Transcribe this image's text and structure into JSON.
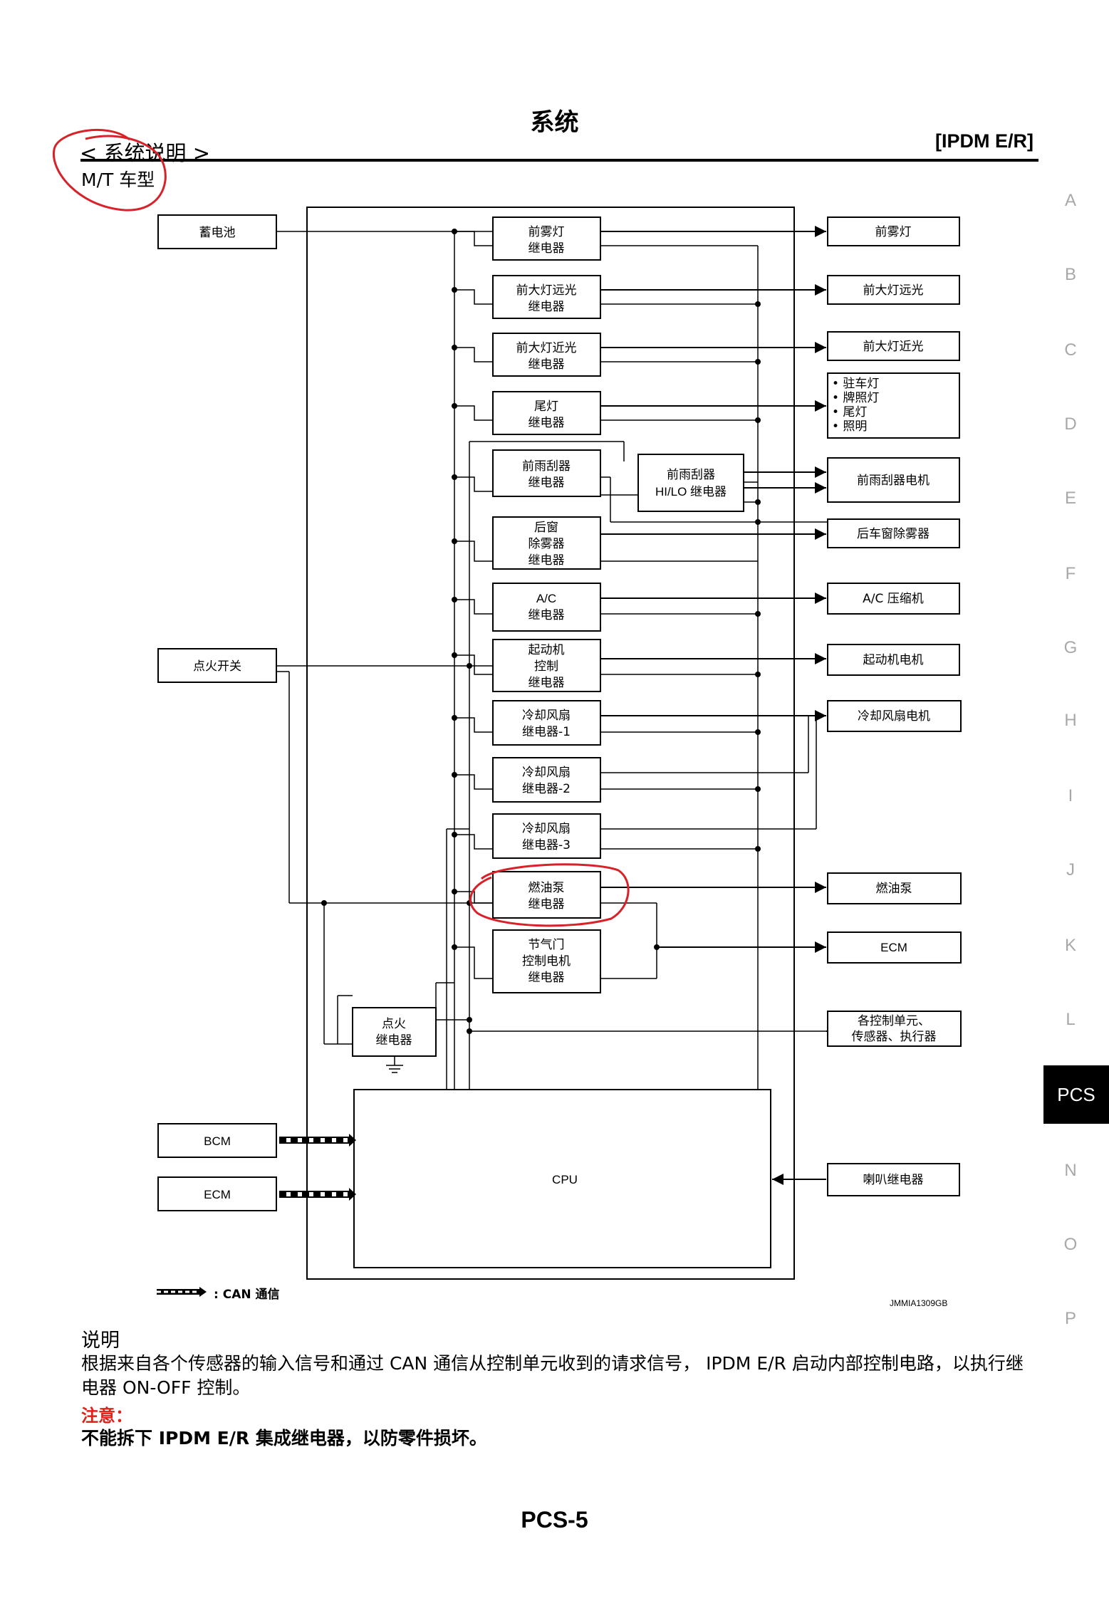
{
  "header": {
    "page_title": "系统",
    "section_title": "< 系统说明 >",
    "model_label": "M/T 车型",
    "module_code": "[IPDM E/R]"
  },
  "side_index": {
    "letters": [
      "A",
      "B",
      "C",
      "D",
      "E",
      "F",
      "G",
      "H",
      "I",
      "J",
      "K",
      "L",
      "N",
      "O",
      "P"
    ],
    "active": "PCS"
  },
  "diagram": {
    "inputs": {
      "battery": "蓄电池",
      "ignition_switch": "点火开关",
      "bcm": "BCM",
      "ecm": "ECM"
    },
    "relays": {
      "front_fog": [
        "前雾灯",
        "继电器"
      ],
      "head_hi": [
        "前大灯远光",
        "继电器"
      ],
      "head_lo": [
        "前大灯近光",
        "继电器"
      ],
      "tail": [
        "尾灯",
        "继电器"
      ],
      "wiper": [
        "前雨刮器",
        "继电器"
      ],
      "wiper_hilo": [
        "前雨刮器",
        "HI/LO 继电器"
      ],
      "rear_defog": [
        "后窗",
        "除雾器",
        "继电器"
      ],
      "ac": [
        "A/C",
        "继电器"
      ],
      "starter": [
        "起动机",
        "控制",
        "继电器"
      ],
      "fan1": [
        "冷却风扇",
        "继电器-1"
      ],
      "fan2": [
        "冷却风扇",
        "继电器-2"
      ],
      "fan3": [
        "冷却风扇",
        "继电器-3"
      ],
      "fuel_pump": [
        "燃油泵",
        "继电器"
      ],
      "throttle": [
        "节气门",
        "控制电机",
        "继电器"
      ],
      "ignition": [
        "点火",
        "继电器"
      ]
    },
    "cpu": "CPU",
    "outputs": {
      "front_fog_lamp": "前雾灯",
      "head_hi_lamp": "前大灯远光",
      "head_lo_lamp": "前大灯近光",
      "lamps_list": [
        "• 驻车灯",
        "• 牌照灯",
        "• 尾灯",
        "• 照明"
      ],
      "wiper_motor": "前雨刮器电机",
      "rear_defogger": "后车窗除雾器",
      "ac_compressor": "A/C 压缩机",
      "starter_motor": "起动机电机",
      "fan_motor": "冷却风扇电机",
      "fuel_pump": "燃油泵",
      "ecm": "ECM",
      "control_units": [
        "各控制单元、",
        "传感器、执行器"
      ],
      "horn_relay": "喇叭继电器"
    },
    "legend": ": CAN 通信",
    "figure_code": "JMMIA1309GB",
    "annotation_color": "#d8222a"
  },
  "description": {
    "heading": "说明",
    "body": "根据来自各个传感器的输入信号和通过 CAN 通信从控制单元收到的请求信号， IPDM E/R 启动内部控制电路，以执行继电器 ON-OFF 控制。",
    "caution_heading": "注意：",
    "caution_body": "不能拆下 IPDM E/R 集成继电器，以防零件损坏。"
  },
  "footer": {
    "page_number": "PCS-5"
  }
}
